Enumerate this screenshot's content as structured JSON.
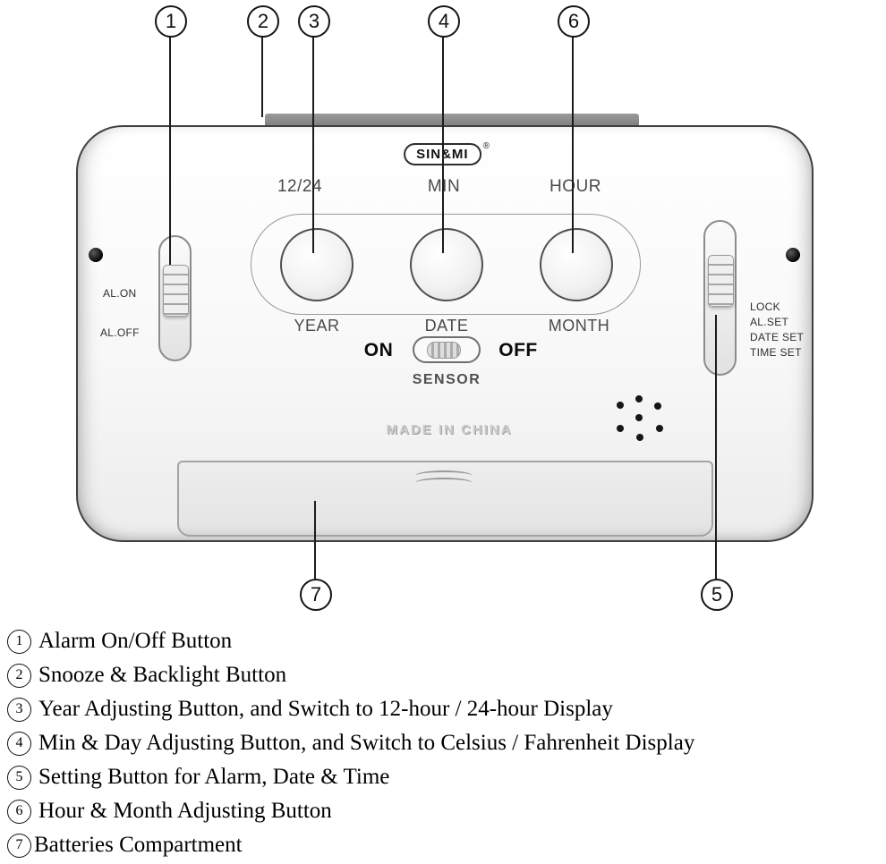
{
  "callouts": {
    "c1": "1",
    "c2": "2",
    "c3": "3",
    "c4": "4",
    "c5": "5",
    "c6": "6",
    "c7": "7"
  },
  "device": {
    "brand": "SIN&MI",
    "reg_mark": "®",
    "button_top_labels": {
      "b1224": "12/24",
      "min": "MIN",
      "hour": "HOUR"
    },
    "button_bottom_labels": {
      "year": "YEAR",
      "date": "DATE",
      "month": "MONTH"
    },
    "sensor_switch": {
      "on": "ON",
      "off": "OFF",
      "label": "SENSOR"
    },
    "alarm_slider": {
      "on": "AL.ON",
      "off": "AL.OFF"
    },
    "mode_slider": {
      "positions": [
        "LOCK",
        "AL.SET",
        "DATE SET",
        "TIME SET"
      ]
    },
    "embossed": "MADE IN CHINA"
  },
  "legend": [
    {
      "num": "1",
      "text": "Alarm On/Off Button"
    },
    {
      "num": "2",
      "text": "Snooze & Backlight Button"
    },
    {
      "num": "3",
      "text": "Year Adjusting Button, and Switch to 12-hour / 24-hour Display"
    },
    {
      "num": "4",
      "text": "Min & Day Adjusting Button, and Switch to Celsius / Fahrenheit Display"
    },
    {
      "num": "5",
      "text": "Setting Button for Alarm, Date & Time"
    },
    {
      "num": "6",
      "text": "Hour & Month Adjusting Button"
    },
    {
      "num": "7",
      "text": "Batteries Compartment"
    }
  ]
}
